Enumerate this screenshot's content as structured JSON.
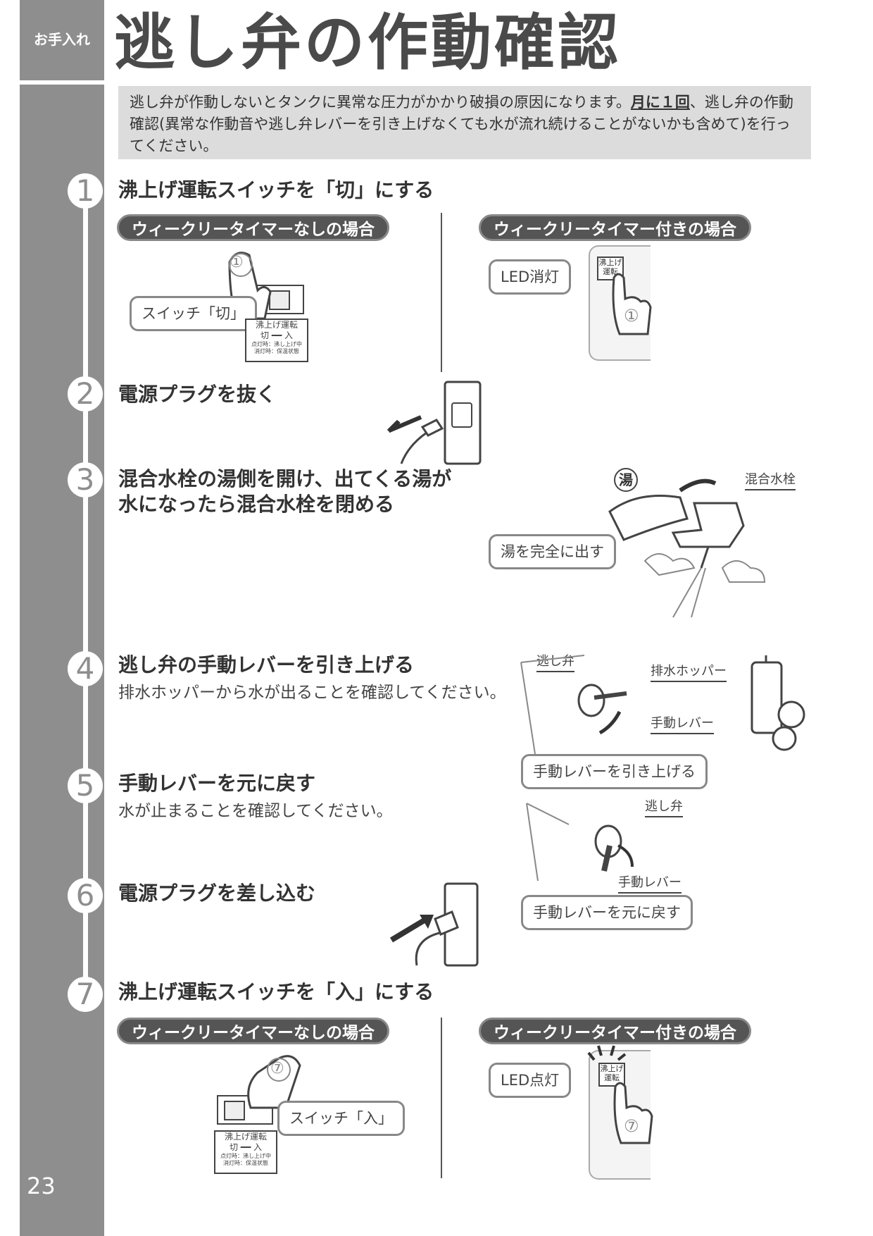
{
  "section": {
    "label": "お手入れ"
  },
  "title": "逃し弁の作動確認",
  "intro": {
    "part1": "逃し弁が作動しないとタンクに異常な圧力がかかり破損の原因になります。",
    "emphasis": "月に１回",
    "part2": "、逃し弁の作動確認(異常な作動音や逃し弁レバーを引き上げなくても水が流れ続けることがないかも含めて)を行ってください。"
  },
  "steps": [
    {
      "num": "1",
      "title": "沸上げ運転スイッチを「切」にする"
    },
    {
      "num": "2",
      "title": "電源プラグを抜く"
    },
    {
      "num": "3",
      "title": "混合水栓の湯側を開け、出てくる湯が",
      "title2": "水になったら混合水栓を閉める"
    },
    {
      "num": "4",
      "title": "逃し弁の手動レバーを引き上げる",
      "desc": "排水ホッパーから水が出ることを確認してください。"
    },
    {
      "num": "5",
      "title": "手動レバーを元に戻す",
      "desc": "水が止まることを確認してください。"
    },
    {
      "num": "6",
      "title": "電源プラグを差し込む"
    },
    {
      "num": "7",
      "title": "沸上げ運転スイッチを「入」にする"
    }
  ],
  "pills": {
    "no_timer": "ウィークリータイマーなしの場合",
    "with_timer": "ウィークリータイマー付きの場合"
  },
  "callouts": {
    "switch_off": "スイッチ「切」",
    "led_off": "LED消灯",
    "hot_water_out": "湯を完全に出す",
    "lift_lever": "手動レバーを引き上げる",
    "return_lever": "手動レバーを元に戻す",
    "led_on": "LED点灯",
    "switch_on": "スイッチ「入」"
  },
  "labels": {
    "hot": "湯",
    "mixer": "混合水栓",
    "relief_valve": "逃し弁",
    "drain_hopper": "排水ホッパー",
    "manual_lever": "手動レバー",
    "circle1": "①",
    "circle7": "⑦"
  },
  "switch_panel": {
    "heading": "沸上げ運転",
    "off": "切",
    "on": "入",
    "note1": "点灯時：沸し上げ中",
    "note2": "消灯時：保温状態"
  },
  "button_label": {
    "line1": "沸上げ",
    "line2": "運転"
  },
  "page_number": "23"
}
